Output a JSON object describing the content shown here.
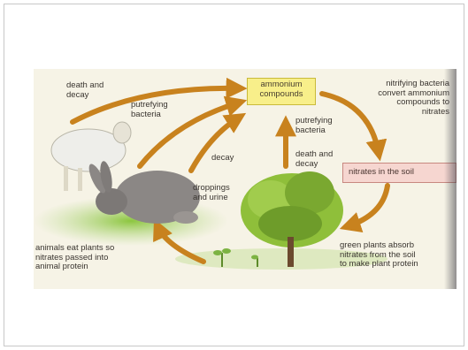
{
  "diagram": {
    "nodes": {
      "ammonium": "ammonium\ncompounds",
      "nitrates_soil": "nitrates in the soil"
    },
    "labels": {
      "death_decay_top": "death and\ndecay",
      "putrefying_left": "putrefying\nbacteria",
      "nitrifying": "nitrifying bacteria\nconvert ammonium\ncompounds to\nnitrates",
      "putrefying_right": "putrefying\nbacteria",
      "death_decay_tree": "death and\ndecay",
      "decay": "decay",
      "droppings": "droppings\nand urine",
      "animals_eat": "animals eat plants so\nnitrates passed into\nanimal protein",
      "green_plants": "green plants absorb\nnitrates from the soil\nto make plant protein"
    },
    "colors": {
      "arrow": "#c8821e",
      "ammonium_box": "#f8ef8a",
      "nitrates_box": "#f6d6d0",
      "background": "#f6f3e6"
    },
    "icons": [
      "sheep-image",
      "rabbit-image",
      "tree-image",
      "seedling-image"
    ]
  }
}
